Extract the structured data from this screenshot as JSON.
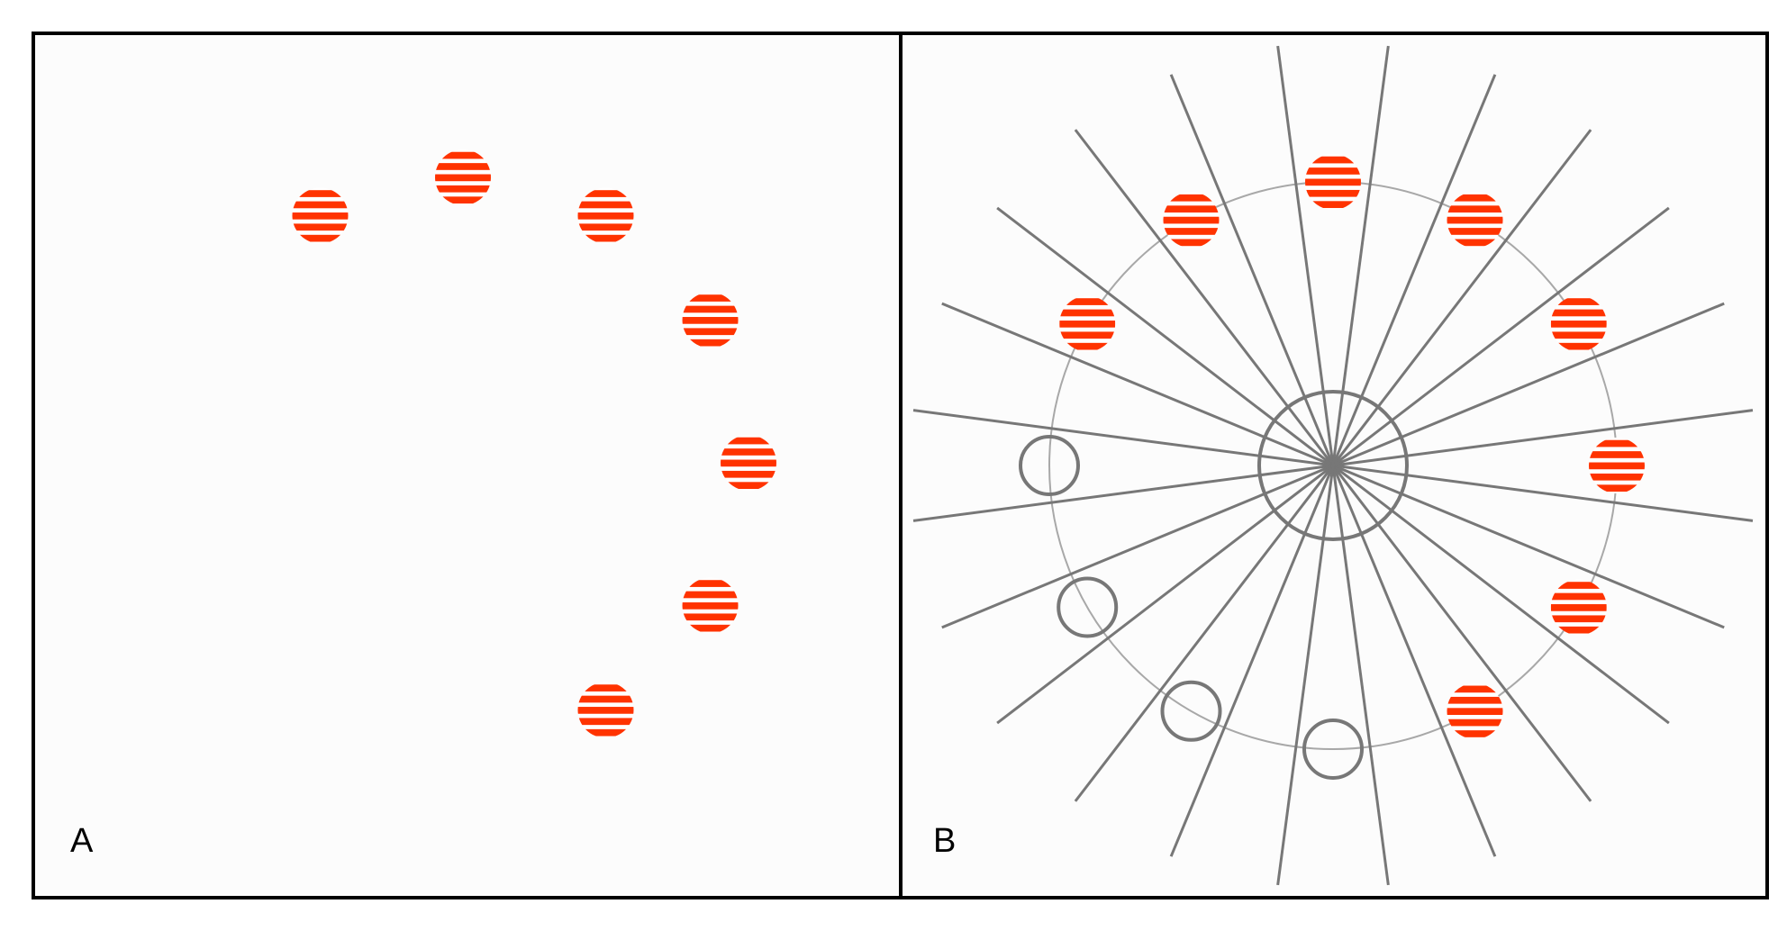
{
  "figure": {
    "panels": [
      {
        "id": "A",
        "label": "A"
      },
      {
        "id": "B",
        "label": "B"
      }
    ]
  },
  "colors": {
    "stripe": "#ff3300",
    "stripe_gap": "#ffffff",
    "panel_background": "#fcfcfc",
    "border": "#000000",
    "spoke": "#777777",
    "guide_circle": "#a8a8a8",
    "outline_circle": "#777777"
  },
  "arrangement": {
    "positions_total": 12,
    "shown_in_A": [
      11,
      0,
      1,
      2,
      3,
      4,
      5
    ],
    "shown_in_B": [
      10,
      11,
      0,
      1,
      2,
      3,
      4,
      5
    ],
    "outlined_in_B": [
      6,
      7,
      8,
      9
    ],
    "spokes_in_B": 12,
    "stripes_per_disc": 5
  },
  "icons": {
    "striped_disc": "red-white-striped-disc-icon",
    "empty_ring": "empty-ring-icon"
  }
}
